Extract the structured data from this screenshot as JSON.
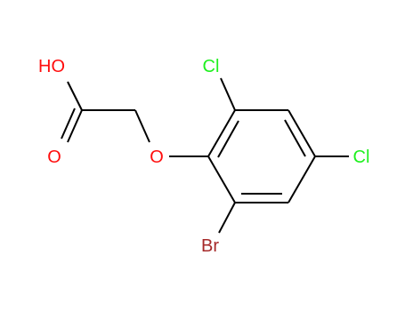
{
  "molecule": {
    "atoms": {
      "hydroxyl": {
        "label": "HO",
        "element": "O"
      },
      "carbonyl_oxygen": {
        "label": "O",
        "element": "O"
      },
      "ether_oxygen": {
        "label": "O",
        "element": "O"
      },
      "chlorine_ortho": {
        "label": "Cl",
        "element": "Cl"
      },
      "chlorine_para": {
        "label": "Cl",
        "element": "Cl"
      },
      "bromine_ortho": {
        "label": "Br",
        "element": "Br"
      }
    },
    "colors": {
      "bond": "#000000",
      "oxygen": "#ff0d0d",
      "chlorine": "#1ff01f",
      "bromine": "#a62929"
    }
  }
}
